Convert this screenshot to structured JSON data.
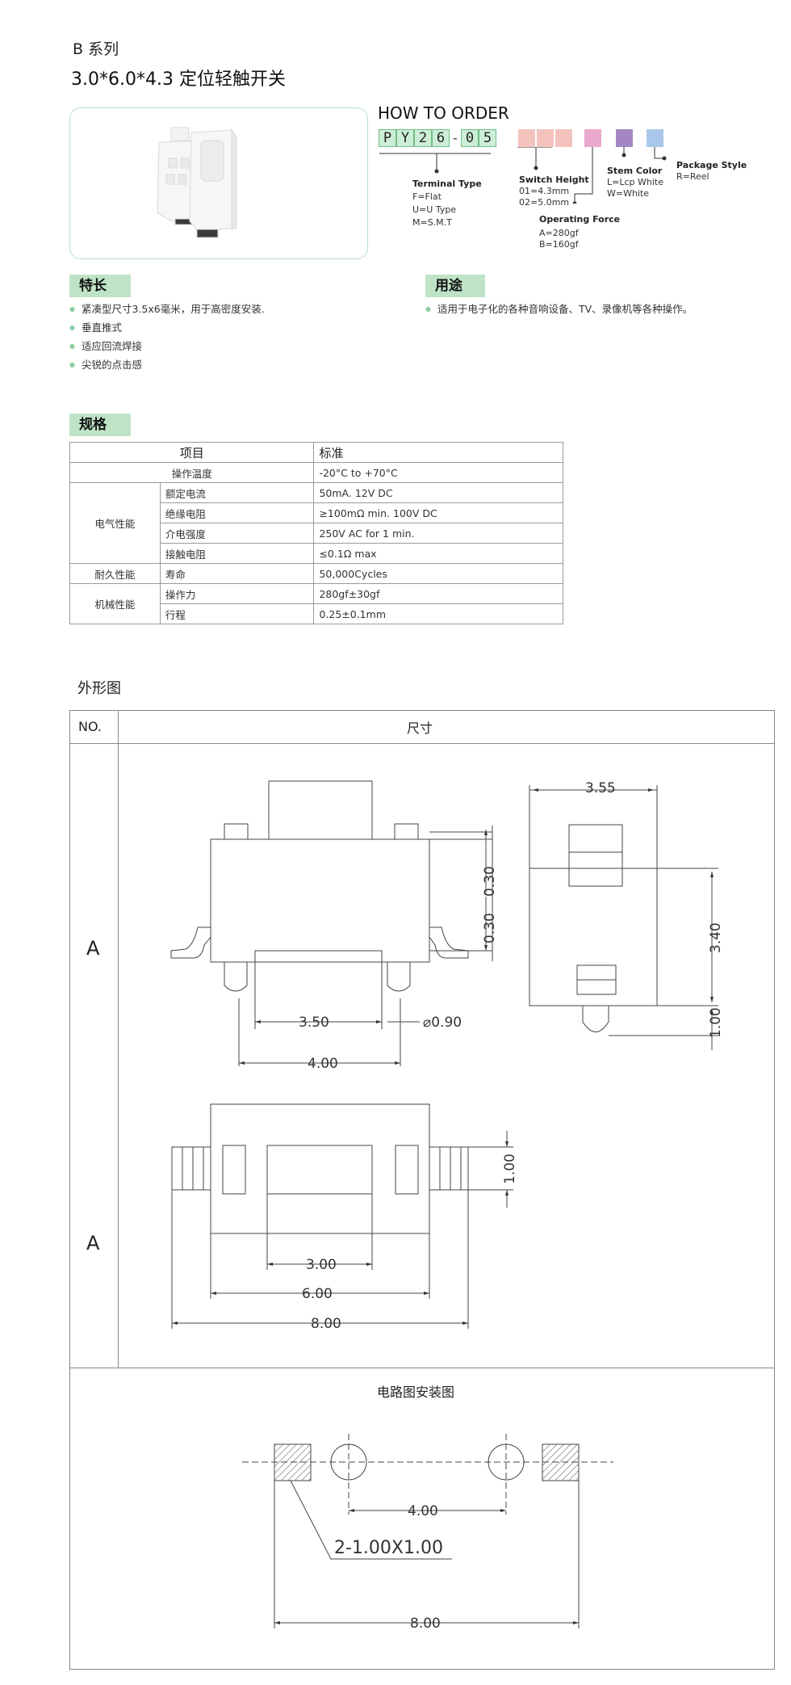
{
  "header": {
    "series": "B 系列",
    "title": "3.0*6.0*4.3 定位轻触开关"
  },
  "order": {
    "heading": "HOW TO ORDER",
    "code_chars": [
      "P",
      "Y",
      "2",
      "6",
      "-",
      "0",
      "5"
    ],
    "terminal_type": {
      "title": "Terminal Type",
      "options": [
        "F=Flat",
        "U=U Type",
        "M=S.M.T"
      ]
    },
    "switch_height": {
      "title": "Switch Height",
      "options": [
        "01=4.3mm",
        "02=5.0mm"
      ]
    },
    "operating_force": {
      "title": "Operating Force",
      "options": [
        "A=280gf",
        "B=160gf"
      ]
    },
    "stem_color": {
      "title": "Stem Color",
      "options": [
        "L=Lcp White",
        "W=White"
      ]
    },
    "package_style": {
      "title": "Package Style",
      "options": [
        "R=Reel"
      ]
    },
    "colors": {
      "code_box": "#cdeed6",
      "height": "#f4c2bd",
      "force": "#e9a8cc",
      "stem": "#a487c2",
      "package": "#a9c7ea"
    }
  },
  "features": {
    "tag": "特长",
    "items": [
      "紧凑型尺寸3.5x6毫米，用于高密度安装.",
      "垂直推式",
      "适应回流焊接",
      "尖锐的点击感"
    ]
  },
  "usage": {
    "tag": "用途",
    "items": [
      "适用于电子化的各种音响设备、TV、录像机等各种操作。"
    ]
  },
  "spec": {
    "tag": "规格",
    "head_item": "项目",
    "head_std": "标准",
    "op_temp_label": "操作温度",
    "op_temp_value": "-20°C to +70°C",
    "electrical": "电气性能",
    "rated_current_label": "额定电流",
    "rated_current_value": "50mA. 12V DC",
    "insulation_label": "绝缘电阻",
    "insulation_value": "≥100mΩ min. 100V DC",
    "dielectric_label": "介电强度",
    "dielectric_value": "250V AC for 1 min.",
    "contact_label": "接触电阻",
    "contact_value": "≤0.1Ω max",
    "durability": "耐久性能",
    "life_label": "寿命",
    "life_value": "50,000Cycles",
    "mechanical": "机械性能",
    "force_label": "操作力",
    "force_value": "280gf±30gf",
    "travel_label": "行程",
    "travel_value": "0.25±0.1mm"
  },
  "outline": {
    "title": "外形图",
    "col_no": "NO.",
    "col_size": "尺寸",
    "row1": "A",
    "row2": "A",
    "pcb_title": "电路图安装图",
    "dims": {
      "w355": "3.55",
      "h030a": "0.30",
      "h030b": "0.30",
      "w350": "3.50",
      "dia": "⌀0.90",
      "w400": "4.00",
      "h340": "3.40",
      "h100": "1.00",
      "h100b": "1.00",
      "w300": "3.00",
      "w600": "6.00",
      "w800": "8.00",
      "pcb400": "4.00",
      "pad": "2-1.00X1.00",
      "pcb800": "8.00"
    }
  }
}
